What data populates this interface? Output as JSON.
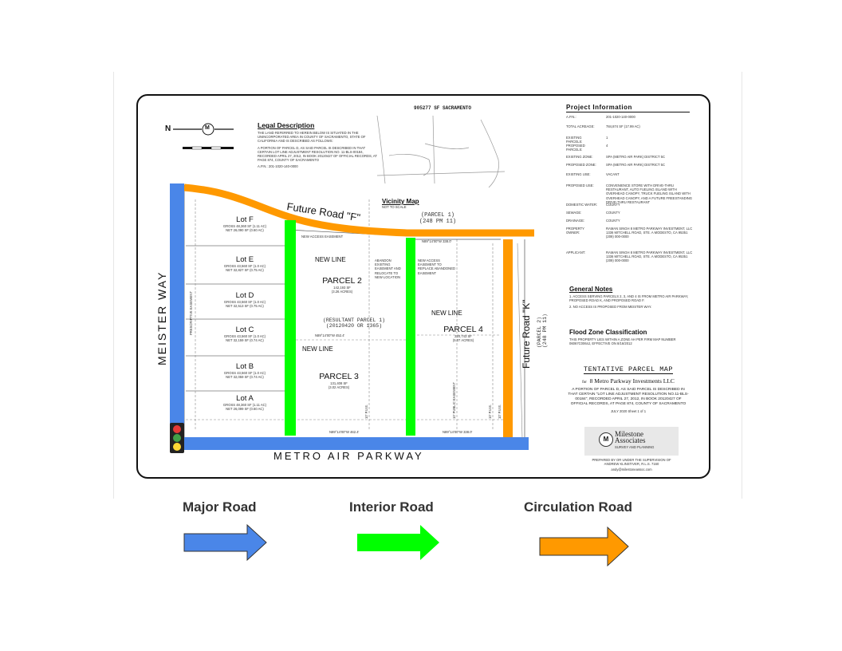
{
  "map": {
    "top_label": "905277 SF SACRAMENTO",
    "north_label": "N",
    "compass_letter": "M",
    "legal": {
      "heading": "Legal Description",
      "p1": "THE LAND REFERRED TO HEREIN BELOW IS SITUATED IN THE UNINCORPORATED AREA IN COUNTY OF SACRAMENTO, STATE OF CALIFORNIA AND IS DESCRIBED AS FOLLOWS:",
      "p2": "A PORTION OF PARCEL D, AS SAID PARCEL IS DESCRIBED IN THAT CERTAIN LOT LINE ADJUSTMENT RESOLUTION NO. 11-BLS-00184, RECORDED APRIL 27, 2012, IN BOOK 20120427 OF OFFICIAL RECORDS, AT PAGE 874, COUNTY OF SACRAMENTO",
      "apn": "A.P.N.: 201-1020-140-0000"
    },
    "vicinity": {
      "heading": "Vicinity Map",
      "sub": "NOT TO SCALE"
    },
    "roads": {
      "future_f": "Future Road \"F\"",
      "future_k": "Future Road \"K\"",
      "meister": "MEISTER WAY",
      "metro": "METRO AIR PARKWAY"
    },
    "parcel1_label": "(PARCEL 1)",
    "parcel1_ref": "(248 PM 11)",
    "parcel2_label_right": "(PARCEL 2)",
    "parcel2_ref_right": "(248 PM 11)",
    "resultant_label": "(RESULTANT PARCEL 1)",
    "resultant_ref": "(20120420 OR 1365)",
    "lots": [
      {
        "name": "Lot F",
        "gross": "GROSS 48,360 SF (1.11 AC)",
        "net": "NET 26,090 SF (0.60 AC)"
      },
      {
        "name": "Lot E",
        "gross": "GROSS 43,560 SF (1.0 AC)",
        "net": "NET 32,827 SF (0.75 AC)"
      },
      {
        "name": "Lot D",
        "gross": "GROSS 43,560 SF (1.0 AC)",
        "net": "NET 32,513 SF (0.75 AC)"
      },
      {
        "name": "Lot C",
        "gross": "GROSS 43,560 SF (1.0 AC)",
        "net": "NET 32,159 SF (0.74 AC)"
      },
      {
        "name": "Lot B",
        "gross": "GROSS 43,560 SF (1.0 AC)",
        "net": "NET 32,059 SF (0.74 AC)"
      },
      {
        "name": "Lot A",
        "gross": "GROSS 48,360 SF (1.11 AC)",
        "net": "NET 26,099 SF (0.60 AC)"
      }
    ],
    "parcels": {
      "p2": {
        "name": "PARCEL 2",
        "sf": "142,193 SF",
        "ac": "(3.26 ACRES)"
      },
      "p3": {
        "name": "PARCEL 3",
        "sf": "131,408 SF",
        "ac": "(3.02 ACRES)"
      },
      "p4": {
        "name": "PARCEL 4",
        "sf": "220,743 SF",
        "ac": "(5.07 ACRES)"
      }
    },
    "new_line": "NEW LINE",
    "notes": {
      "access_easement": "NEW ACCESS EASEMENT",
      "abandon": "ABANDON EXISTING EASEMENT AND RELOCATE TO NEW LOCATION",
      "new_access": "NEW ACCESS EASEMENT TO REPLACE ABANDONED EASEMENT",
      "pue": "10' P.U.E.",
      "pue2": "10' PUBLIC EASEMENT",
      "prescriptive": "PRESCRIPTIVE EASEMENT",
      "bearing_top": "N89°14'00\"W 338.0'",
      "bearing_bottom1": "N89°14'00\"W 462.4'",
      "bearing_bottom2": "N89°14'00\"W 338.0'",
      "bearing_mid": "N89°14'00\"W 452.4'"
    },
    "project_info": {
      "heading": "Project Information",
      "rows": [
        {
          "k": "A.P.N.:",
          "v": "201-1020-140-0000"
        },
        {
          "k": "TOTAL ACREAGE:",
          "v": "784,874 SF (17.99 AC)"
        },
        {
          "k": "EXISTING PARCELS:",
          "v": "1"
        },
        {
          "k": "PROPOSED PARCELS:",
          "v": "4"
        },
        {
          "k": "EXISTING ZONE:",
          "v": "SPA (METRO AIR PARK) DISTRICT 5C"
        },
        {
          "k": "PROPOSED ZONE:",
          "v": "SPA (METRO AIR PARK) DISTRICT 5C"
        },
        {
          "k": "EXISTING USE:",
          "v": "VACANT"
        },
        {
          "k": "PROPOSED USE:",
          "v": "CONVENIENCE STORE WITH DRIVE-THRU RESTAURANT, AUTO FUELING ISLAND WITH OVERHEAD CANOPY, TRUCK FUELING ISLAND WITH OVERHEAD CANOPY, AND A FUTURE FREESTANDING DRIVE-THRU RESTAURANT"
        },
        {
          "k": "DOMESTIC WATER:",
          "v": "COUNTY"
        },
        {
          "k": "SEWAGE:",
          "v": "COUNTY"
        },
        {
          "k": "DRAINAGE:",
          "v": "COUNTY"
        },
        {
          "k": "PROPERTY OWNER:",
          "v": "RAMAN SINGH 8 METRO PARKWAY INVESTMENT, LLC 1336 MITCHELL ROAD, STE. A MODESTO, CA 95351 (209) 000-0000"
        },
        {
          "k": "APPLICANT:",
          "v": "RAMAN SINGH 8 METRO PARKWAY INVESTMENT, LLC 1336 MITCHELL ROAD, STE. A MODESTO, CA 95351 (209) 000-0000"
        }
      ]
    },
    "general_notes": {
      "heading": "General Notes",
      "n1": "1.   ACCESS SERVING PARCELS 2, 3, AND 4 IS FROM METRO AIR PARKWAY, PROPOSED ROAD K, AND PROPOSED ROAD F.",
      "n2": "2.   NO ACCESS IS PROPOSED FROM MEISTER WAY."
    },
    "flood": {
      "heading": "Flood Zone Classification",
      "text": "THIS PROPERTY LIES WITHIN A ZONE AH PER FIRM MAP NUMBER 06067C0064J, EFFECTIVE ON 8/16/2012"
    },
    "title_block": {
      "title": "TENTATIVE PARCEL MAP",
      "for_label": "for",
      "company": "8 Metro Parkway Investments LLC",
      "description": "A PORTION OF PARCEL D, AS SAID PARCEL IS DESCRIBED IN THAT CERTAIN \"LOT LINE ADJUSTMENT RESOLUTION NO.11-BLS-00184\", RECORDED APRIL 27, 2012, IN BOOK 20120427 OF OFFICIAL RECORDS, AT PAGE 874, COUNTY OF SACRAMENTO",
      "date": "JULY 2020    Sheet 1 of 1",
      "firm": "Milestone Associates",
      "firm_sub": "SURVEY AND PLANNING",
      "prepared": "PREPARED BY OR UNDER THE SUPERVISION OF ANDREW KLINSTIVER, R.L.S. 7160",
      "email": "andy@milestoneassoc.com"
    }
  },
  "legend": [
    {
      "label": "Major Road",
      "color": "#4a86e8"
    },
    {
      "label": "Interior Road",
      "color": "#00ff00"
    },
    {
      "label": "Circulation Road",
      "color": "#ff9900"
    }
  ],
  "colors": {
    "major": "#4a86e8",
    "interior": "#00ff00",
    "circulation": "#ff9900",
    "signal_red": "#e53935",
    "signal_yellow": "#fdd835",
    "signal_green": "#43a047"
  }
}
